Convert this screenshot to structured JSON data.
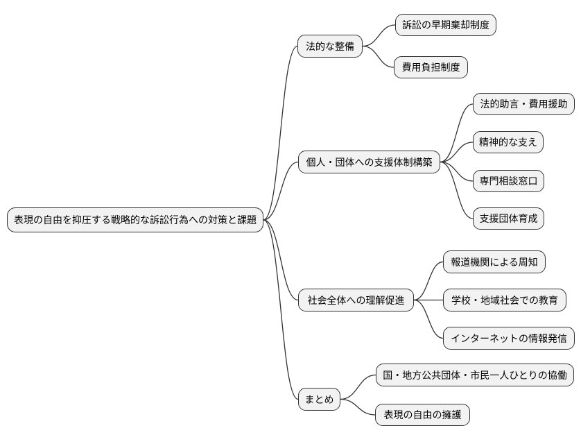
{
  "mindmap": {
    "root": {
      "label": "表現の自由を抑圧する戦略的な訴訟行為への対策と課題"
    },
    "branches": [
      {
        "label": "法的な整備",
        "children": [
          {
            "label": "訴訟の早期棄却制度"
          },
          {
            "label": "費用負担制度"
          }
        ]
      },
      {
        "label": "個人・団体への支援体制構築",
        "children": [
          {
            "label": "法的助言・費用援助"
          },
          {
            "label": "精神的な支え"
          },
          {
            "label": "専門相談窓口"
          },
          {
            "label": "支援団体育成"
          }
        ]
      },
      {
        "label": "社会全体への理解促進",
        "children": [
          {
            "label": "報道機関による周知"
          },
          {
            "label": "学校・地域社会での教育"
          },
          {
            "label": "インターネットの情報発信"
          }
        ]
      },
      {
        "label": "まとめ",
        "children": [
          {
            "label": "国・地方公共団体・市民一人ひとりの協働"
          },
          {
            "label": "表現の自由の擁護"
          }
        ]
      }
    ]
  },
  "colors": {
    "background": "#ffffff",
    "node_fill": "#f2f2f2",
    "node_border": "#333333",
    "connector": "#333333",
    "text": "#000000"
  }
}
